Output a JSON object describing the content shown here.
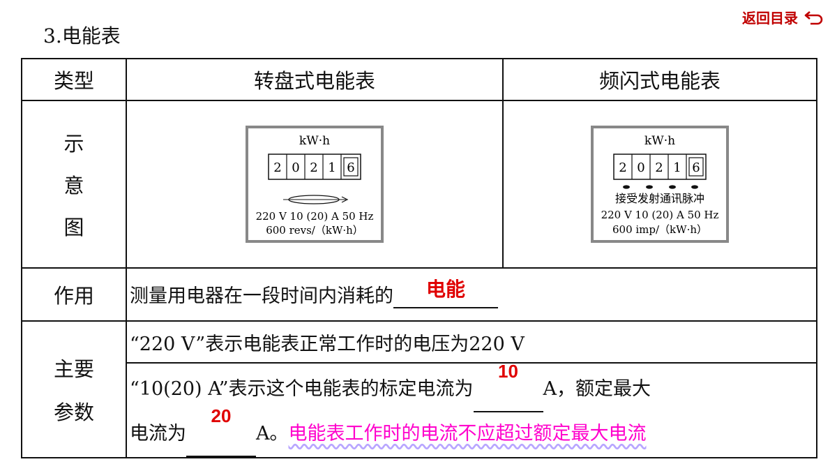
{
  "heading": "3.电能表",
  "back_link": "返回目录",
  "table": {
    "header": [
      "类型",
      "转盘式电能表",
      "频闪式电能表"
    ],
    "row_labels": {
      "diagram": [
        "示",
        "意",
        "图"
      ],
      "function": "作用",
      "params": [
        "主要",
        "参数"
      ]
    },
    "meters": {
      "rotary": {
        "unit": "kW·h",
        "digits": [
          "2",
          "0",
          "2",
          "1",
          "6"
        ],
        "line1": "220 V 10 (20) A  50 Hz",
        "line2": "600 revs/（kW·h）"
      },
      "flash": {
        "unit": "kW·h",
        "digits": [
          "2",
          "0",
          "2",
          "1",
          "6"
        ],
        "pulse_text": "接受发射通讯脉冲",
        "line1": "220 V 10 (20) A  50 Hz",
        "line2": "600 imp/（kW·h）"
      }
    },
    "function_text": "测量用电器在一段时间内消耗的",
    "function_answer": "电能",
    "param1": {
      "open_quote": "“220 V”",
      "text": "表示电能表正常工作时的电压为",
      "value": "220 V"
    },
    "param2": {
      "open_quote": "“10(20) A”",
      "text_a": "表示这个电能表的标定电流为",
      "answer1": "10",
      "text_b": "A，额定最大",
      "text_c": "电流为",
      "answer2": "20",
      "text_d": "A。",
      "note": "电能表工作时的电流不应超过额定最大电流"
    }
  }
}
